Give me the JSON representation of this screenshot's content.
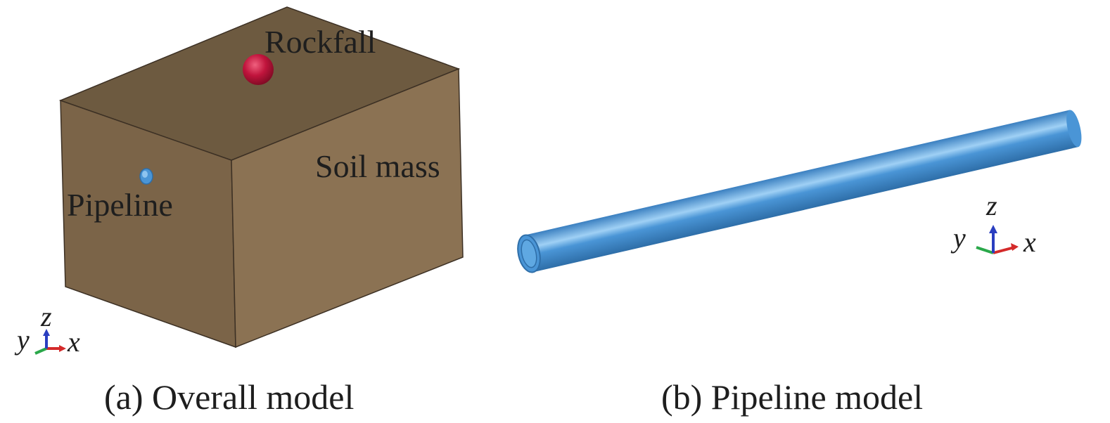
{
  "panel_a": {
    "caption": "(a) Overall model",
    "labels": {
      "rockfall": "Rockfall",
      "soil_mass": "Soil mass",
      "pipeline": "Pipeline"
    },
    "axes": {
      "x": "x",
      "y": "y",
      "z": "z"
    }
  },
  "panel_b": {
    "caption": "(b) Pipeline model",
    "axes": {
      "x": "x",
      "y": "y",
      "z": "z"
    }
  },
  "colors": {
    "soil_top": "#6d5a40",
    "soil_front": "#7b6448",
    "soil_side": "#8b7253",
    "soil_edge": "#3c3024",
    "rockfall": "#c0143c",
    "pipeline": "#4a95d6",
    "pipeline_highlight": "#9fd0f5",
    "pipeline_shadow": "#2e6ea8",
    "axis_x": "#d42a2a",
    "axis_y": "#2aa84a",
    "axis_z": "#2a3ec0"
  }
}
